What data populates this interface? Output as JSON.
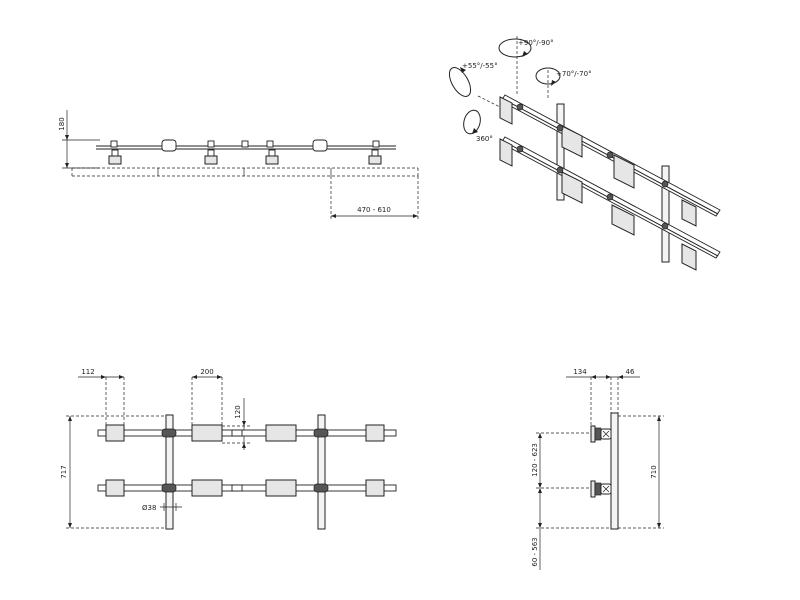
{
  "drawing": {
    "side_view": {
      "height_dim": "180",
      "reach_dim": "470 - 610"
    },
    "iso_view": {
      "rot_top": "+90°/-90°",
      "rot_left": "+55°/-55°",
      "rot_right": "+70°/-70°",
      "rot_bottom": "360°"
    },
    "front_view": {
      "dim_112": "112",
      "dim_200": "200",
      "dim_120": "120",
      "dim_717": "717",
      "dim_diameter": "Ø38"
    },
    "end_view": {
      "dim_134": "134",
      "dim_46": "46",
      "dim_710": "710",
      "dim_range_upper": "120 - 623",
      "dim_range_lower": "60 - 563"
    }
  }
}
